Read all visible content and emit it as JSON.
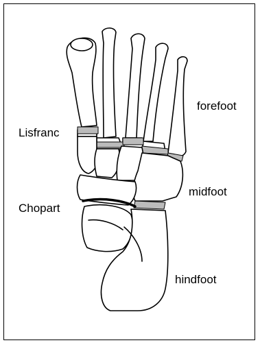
{
  "labels": {
    "forefoot": "forefoot",
    "lisfranc": "Lisfranc",
    "midfoot": "midfoot",
    "chopart": "Chopart",
    "hindfoot": "hindfoot"
  },
  "colors": {
    "line": "#000000",
    "background": "#ffffff",
    "joint_hatch": "#000000"
  }
}
